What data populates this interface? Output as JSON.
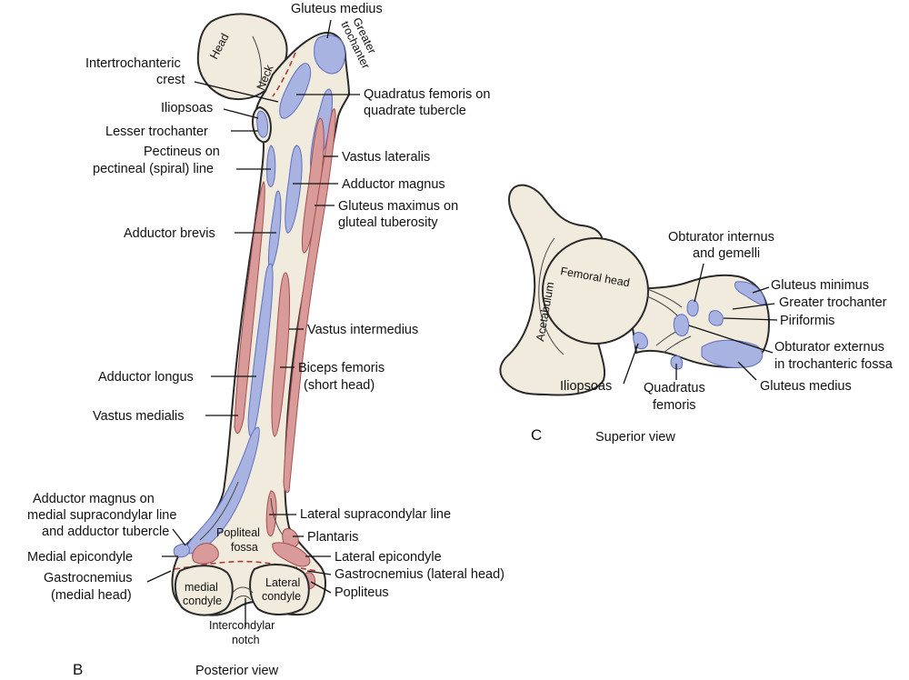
{
  "panel_b": {
    "letter": "B",
    "caption": "Posterior view",
    "bone_labels": {
      "head": "Head",
      "neck": "Neck",
      "greater_trochanter_line1": "Greater",
      "greater_trochanter_line2": "trochanter",
      "popliteal_line1": "Popliteal",
      "popliteal_line2": "fossa",
      "medial_condyle_line1": "medial",
      "medial_condyle_line2": "condyle",
      "lateral_condyle_line1": "Lateral",
      "lateral_condyle_line2": "condyle"
    },
    "left_labels": {
      "intertrochanteric_line1": "Intertrochanteric",
      "intertrochanteric_line2": "crest",
      "iliopsoas": "Iliopsoas",
      "lesser_trochanter": "Lesser trochanter",
      "pectineus_line1": "Pectineus on",
      "pectineus_line2": "pectineal (spiral) line",
      "adductor_brevis": "Adductor brevis",
      "adductor_longus": "Adductor longus",
      "vastus_medialis": "Vastus medialis",
      "adductor_magnus_line1": "Adductor magnus on",
      "adductor_magnus_line2": "medial supracondylar line",
      "adductor_magnus_line3": "and adductor tubercle",
      "medial_epicondyle": "Medial epicondyle",
      "gastrocnemius_medial_line1": "Gastrocnemius",
      "gastrocnemius_medial_line2": "(medial head)"
    },
    "right_labels": {
      "gluteus_medius": "Gluteus medius",
      "quadratus_line1": "Quadratus femoris on",
      "quadratus_line2": "quadrate tubercle",
      "vastus_lateralis": "Vastus lateralis",
      "adductor_magnus": "Adductor magnus",
      "gluteus_maximus_line1": "Gluteus maximus on",
      "gluteus_maximus_line2": "gluteal tuberosity",
      "vastus_intermedius": "Vastus intermedius",
      "biceps_line1": "Biceps femoris",
      "biceps_line2": "(short head)",
      "lateral_supracondylar": "Lateral supracondylar line",
      "plantaris": "Plantaris",
      "lateral_epicondyle": "Lateral epicondyle",
      "gastrocnemius_lateral": "Gastrocnemius (lateral head)",
      "popliteus": "Popliteus"
    },
    "bottom_labels": {
      "intercondylar_line1": "Intercondylar",
      "intercondylar_line2": "notch"
    }
  },
  "panel_c": {
    "letter": "C",
    "caption": "Superior view",
    "bone_labels": {
      "acetabulum": "Acetabulum",
      "femoral_head": "Femoral head"
    },
    "labels": {
      "obturator_internus_line1": "Obturator internus",
      "obturator_internus_line2": "and gemelli",
      "gluteus_minimus": "Gluteus minimus",
      "greater_trochanter": "Greater trochanter",
      "piriformis": "Piriformis",
      "obturator_externus_line1": "Obturator externus",
      "obturator_externus_line2": "in trochanteric fossa",
      "gluteus_medius": "Gluteus medius",
      "iliopsoas": "Iliopsoas",
      "quadratus_line1": "Quadratus",
      "quadratus_line2": "femoris"
    }
  },
  "colors": {
    "bone": "#f1ebdd",
    "attachment_blue": "#a9b3e2",
    "attachment_red": "#d99a9a"
  }
}
